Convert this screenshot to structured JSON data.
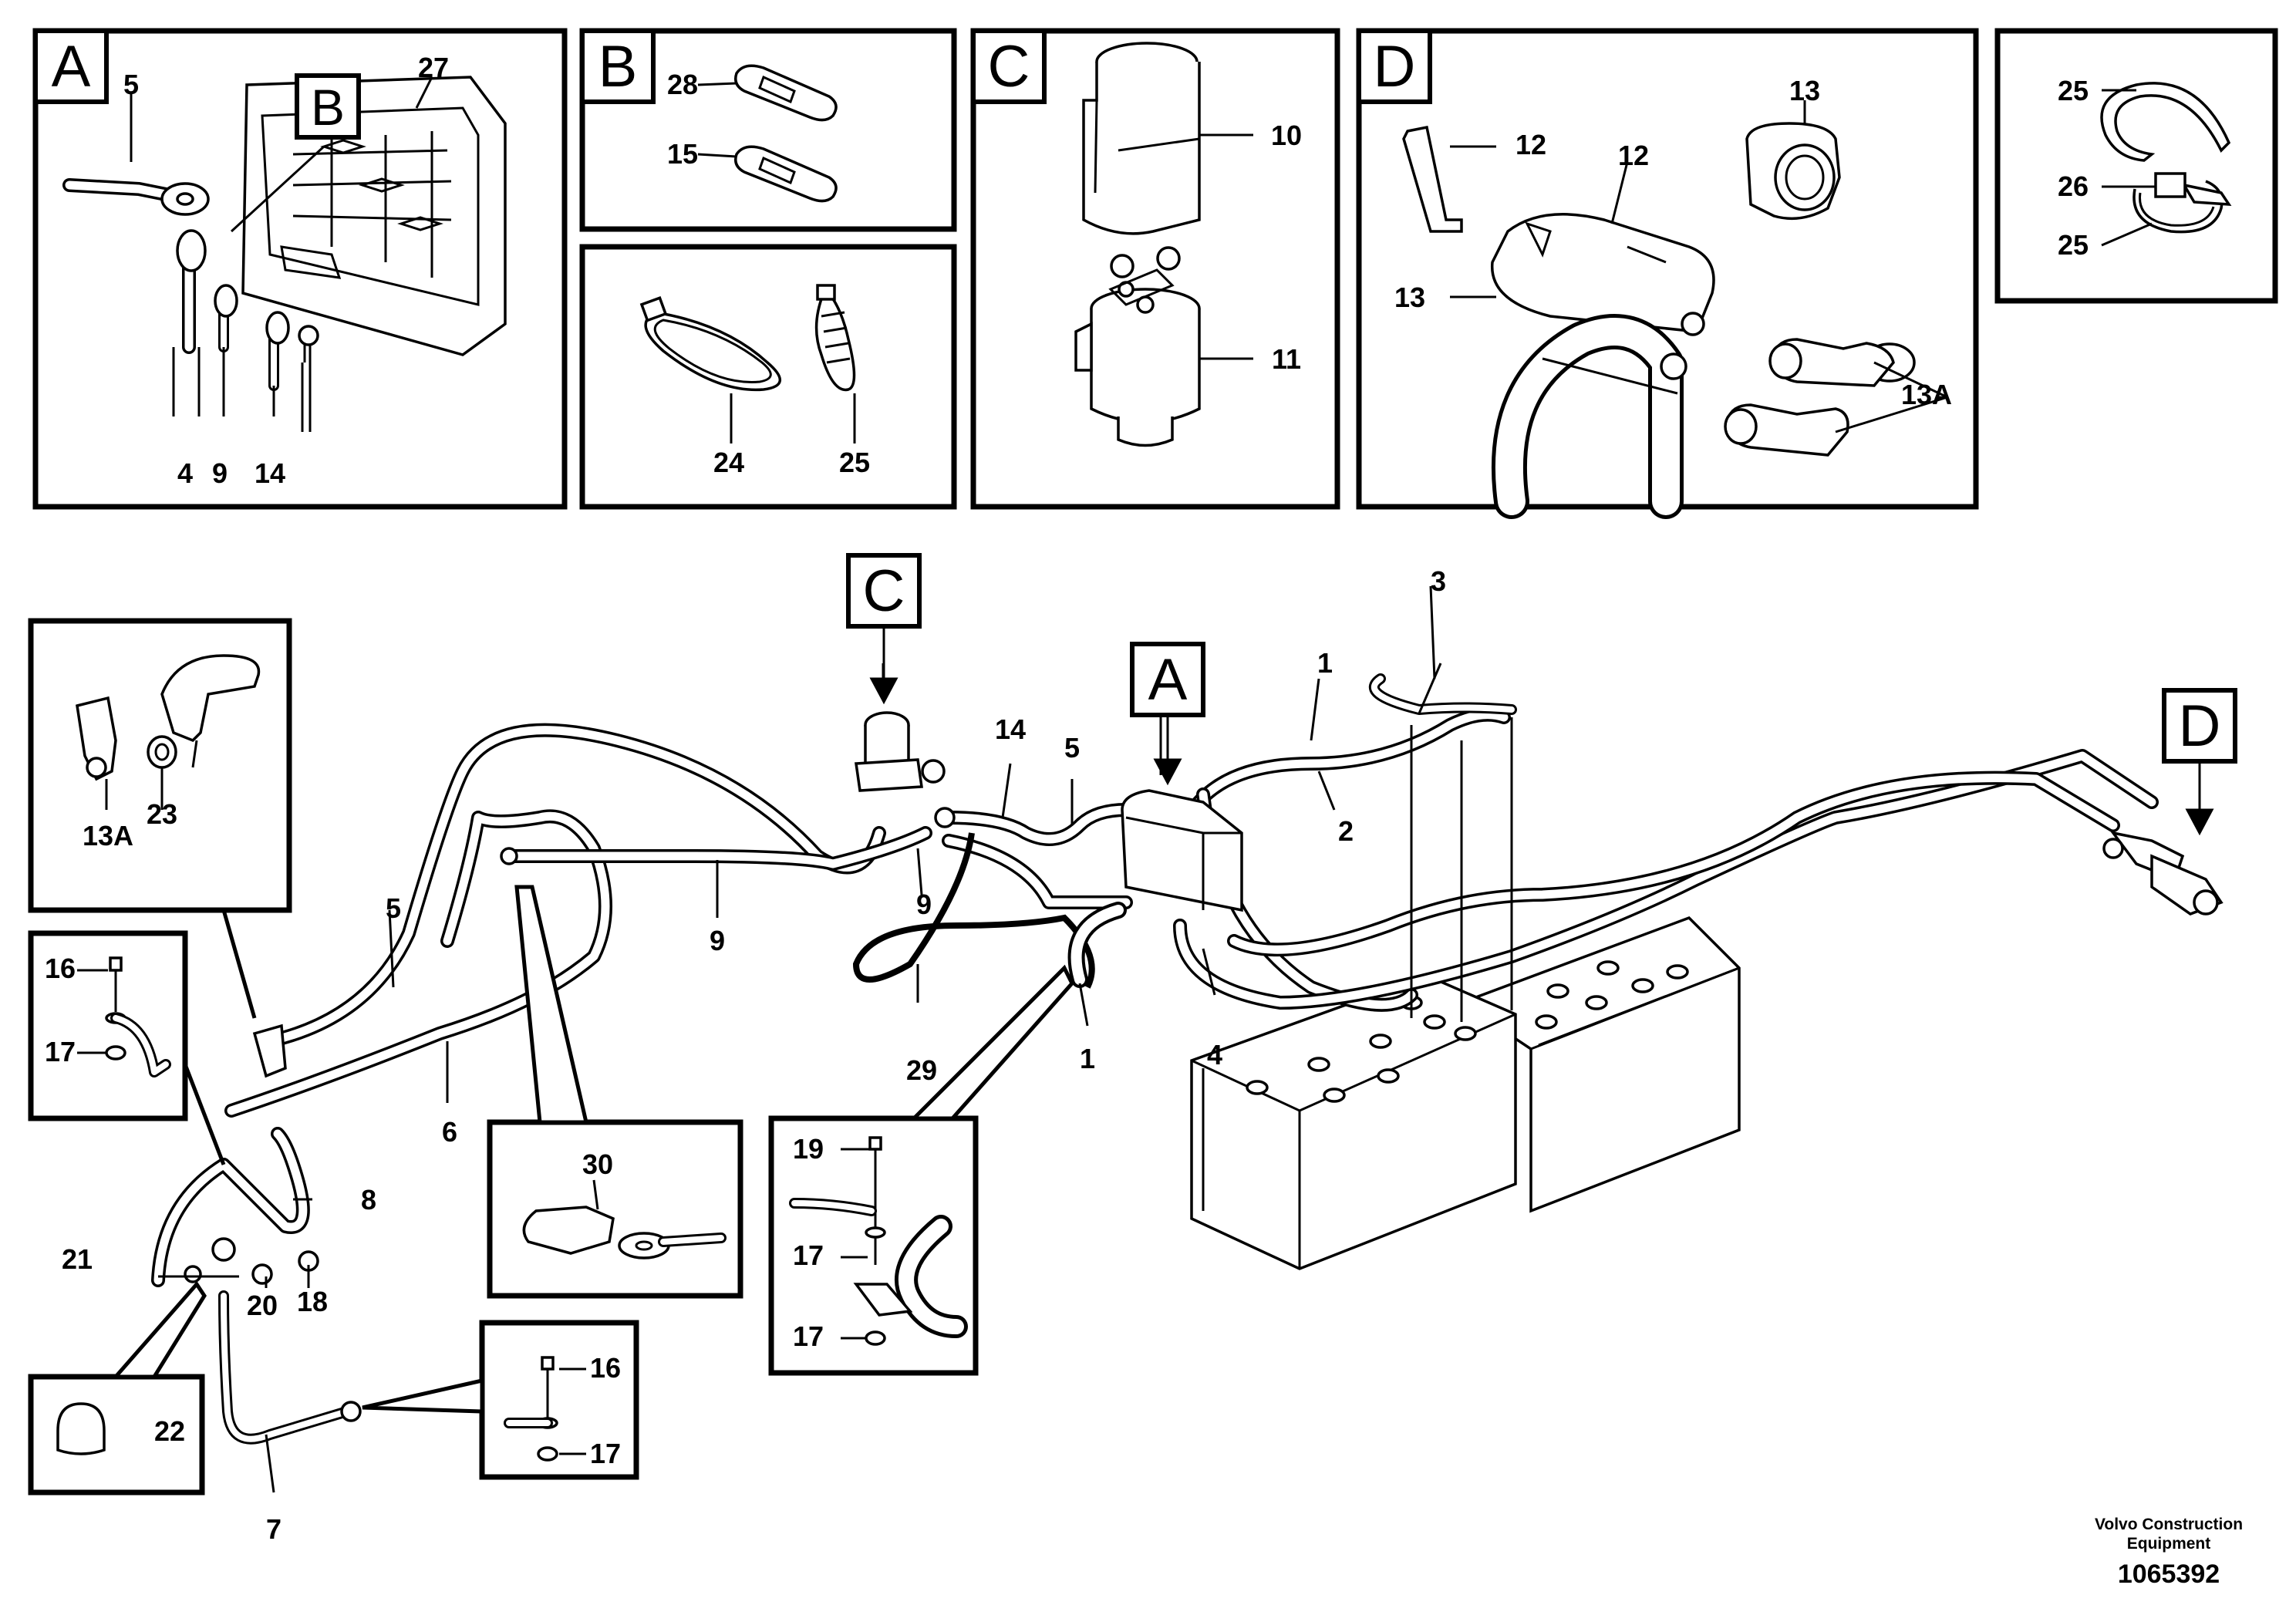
{
  "panels": {
    "A": {
      "tag": "A",
      "sub_tag": "B",
      "labels": {
        "p5": "5",
        "p27": "27",
        "p4": "4",
        "p9": "9",
        "p14": "14"
      }
    },
    "B": {
      "tag": "B",
      "labels": {
        "p28": "28",
        "p15": "15"
      }
    },
    "B2": {
      "labels": {
        "p24": "24",
        "p25": "25"
      }
    },
    "C": {
      "tag": "C",
      "labels": {
        "p10": "10",
        "p11": "11"
      }
    },
    "D": {
      "tag": "D",
      "labels": {
        "p12a": "12",
        "p12b": "12",
        "p13a": "13",
        "p13b": "13",
        "p13A": "13A"
      }
    },
    "E": {
      "labels": {
        "p25a": "25",
        "p26": "26",
        "p25b": "25"
      }
    }
  },
  "callouts": {
    "c13A": {
      "labels": {
        "p13A": "13A",
        "p23": "23"
      }
    },
    "c16": {
      "labels": {
        "p16": "16",
        "p17": "17"
      }
    },
    "c30": {
      "labels": {
        "p30": "30"
      }
    },
    "c19": {
      "labels": {
        "p19": "19",
        "p17a": "17",
        "p17b": "17"
      }
    },
    "c22": {
      "labels": {
        "p22": "22"
      }
    },
    "c16b": {
      "labels": {
        "p16": "16",
        "p17": "17"
      }
    }
  },
  "main": {
    "tags": {
      "C": "C",
      "A": "A",
      "D": "D"
    },
    "labels": {
      "l1a": "1",
      "l1b": "1",
      "l2": "2",
      "l3": "3",
      "l4": "4",
      "l5a": "5",
      "l5b": "5",
      "l6": "6",
      "l7": "7",
      "l8": "8",
      "l9a": "9",
      "l9b": "9",
      "l14": "14",
      "l18": "18",
      "l20": "20",
      "l21": "21",
      "l29": "29"
    }
  },
  "footer": {
    "brand_line1": "Volvo Construction",
    "brand_line2": "Equipment",
    "drawing_number": "1065392"
  }
}
